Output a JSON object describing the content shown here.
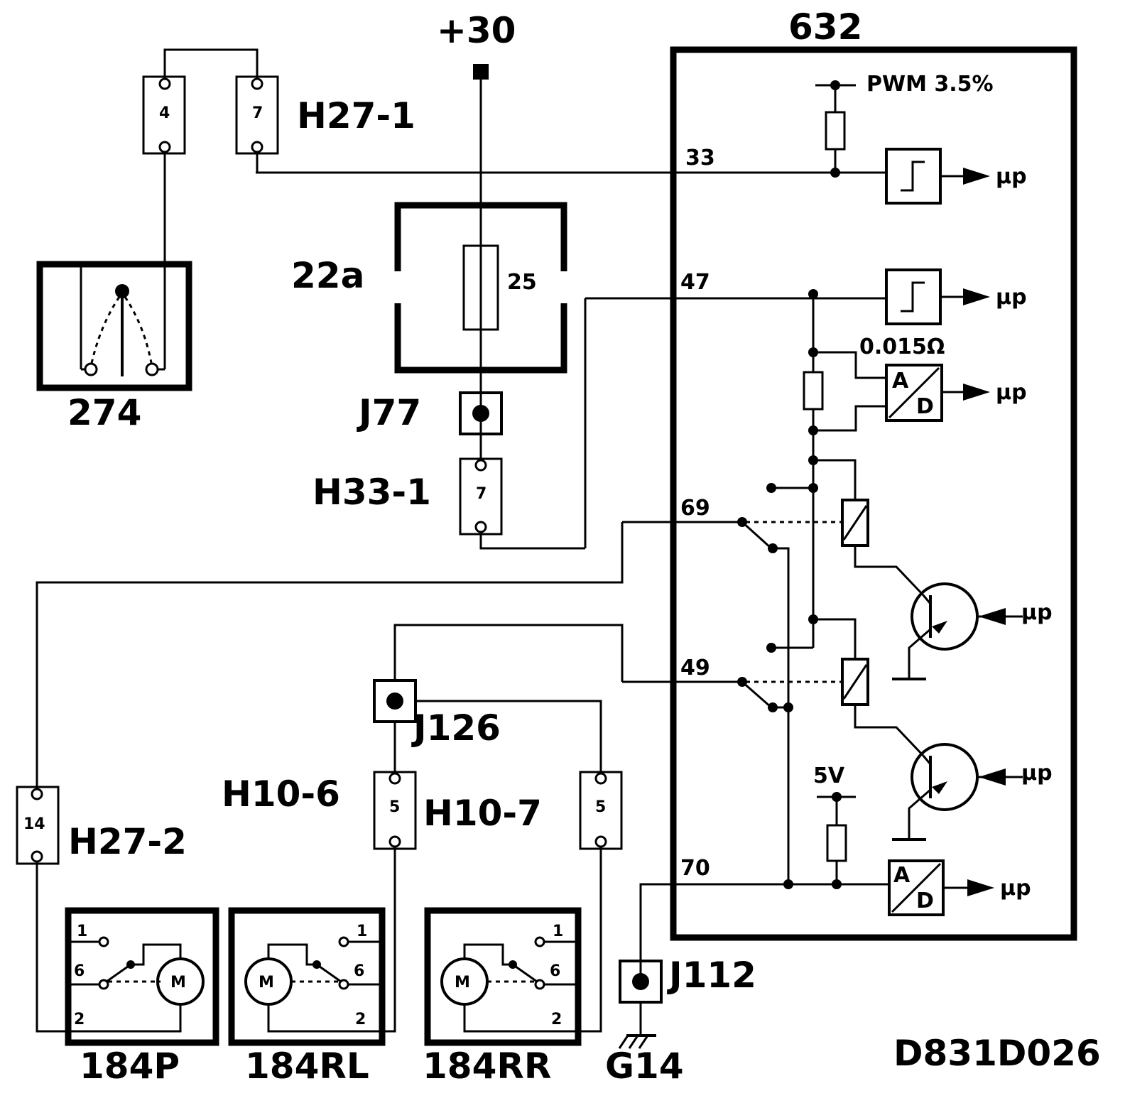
{
  "diagram": {
    "drawing_code": "D831D026",
    "supply": {
      "label": "+30"
    },
    "control_unit": {
      "label": "632",
      "pwm_label": "PWM 3.5%",
      "shunt_label": "0.015Ω",
      "ref_voltage_label": "5V",
      "pins": {
        "p33": "33",
        "p47": "47",
        "p69": "69",
        "p49": "49",
        "p70": "70"
      },
      "micro_label": "μp",
      "adc_a": "A",
      "adc_d": "D"
    },
    "fuse_box": {
      "label": "22a",
      "fuse_rating": "25"
    },
    "switch_274": {
      "label": "274"
    },
    "connectors": {
      "h27_1": {
        "label": "H27-1",
        "pin_a": "4",
        "pin_b": "7"
      },
      "h27_2": {
        "label": "H27-2",
        "pin": "14"
      },
      "h33_1": {
        "label": "H33-1",
        "pin": "7"
      },
      "h10_6": {
        "label": "H10-6",
        "pin": "5"
      },
      "h10_7": {
        "label": "H10-7",
        "pin": "5"
      }
    },
    "junctions": {
      "j77": "J77",
      "j126": "J126",
      "j112": "J112"
    },
    "ground": {
      "label": "G14"
    },
    "motors": {
      "m184p": {
        "label": "184P",
        "motor": "M",
        "t1": "1",
        "t6": "6",
        "t2": "2"
      },
      "m184rl": {
        "label": "184RL",
        "motor": "M",
        "t1": "1",
        "t6": "6",
        "t2": "2"
      },
      "m184rr": {
        "label": "184RR",
        "motor": "M",
        "t1": "1",
        "t6": "6",
        "t2": "2"
      }
    }
  }
}
